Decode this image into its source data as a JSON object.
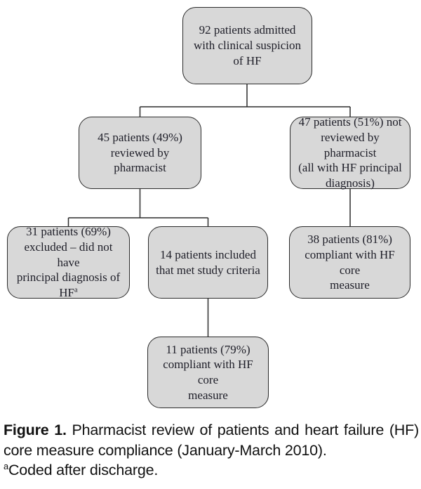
{
  "figure": {
    "boxes": {
      "admitted": {
        "line1": "92 patients admitted",
        "line2": "with clinical suspicion",
        "line3": "of HF"
      },
      "reviewed": {
        "line1": "45 patients (49%)",
        "line2": "reviewed by pharmacist"
      },
      "not_reviewed": {
        "line1": "47 patients (51%) not",
        "line2": "reviewed by pharmacist",
        "line3": "(all with HF principal",
        "line4": "diagnosis)"
      },
      "excluded": {
        "line1": "31 patients (69%)",
        "line2": "excluded – did not have",
        "line3": "principal diagnosis of",
        "line4_text": "HF",
        "line4_sup": "a"
      },
      "included": {
        "line1": "14 patients included",
        "line2": "that met study criteria"
      },
      "compliant_not_reviewed": {
        "line1": "38 patients (81%)",
        "line2": "compliant with HF core",
        "line3": "measure"
      },
      "compliant_included": {
        "line1": "11 patients (79%)",
        "line2": "compliant with HF core",
        "line3": "measure"
      }
    },
    "colors": {
      "box_fill": "#d8d8d8",
      "box_border": "#2b2b2b",
      "connector_line": "#2b2b2b",
      "box_text": "#1e1e28",
      "caption_text": "#111111"
    },
    "caption": {
      "label": "Figure 1.",
      "body": " Pharmacist review of patients and heart failure (HF) core measure compliance (January-March 2010).",
      "footnote_sup": "a",
      "footnote_body": "Coded after discharge."
    }
  }
}
